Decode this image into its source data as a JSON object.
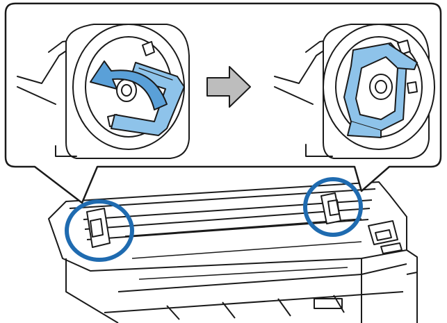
{
  "colors": {
    "outline": "#1a1a1a",
    "highlight_ring": "#1f6bb0",
    "part_blue": "#8ec3ea",
    "part_blue_dark": "#5aa0d8",
    "arrow_gray": "#bdbdbd",
    "background": "#ffffff"
  },
  "icons": {
    "rotate_arrow": "curved-arrow-icon",
    "step_arrow": "right-arrow-icon"
  },
  "steps": [
    {
      "id": "before",
      "action": "rotate-lever"
    },
    {
      "id": "after",
      "action": "lever-locked"
    }
  ]
}
